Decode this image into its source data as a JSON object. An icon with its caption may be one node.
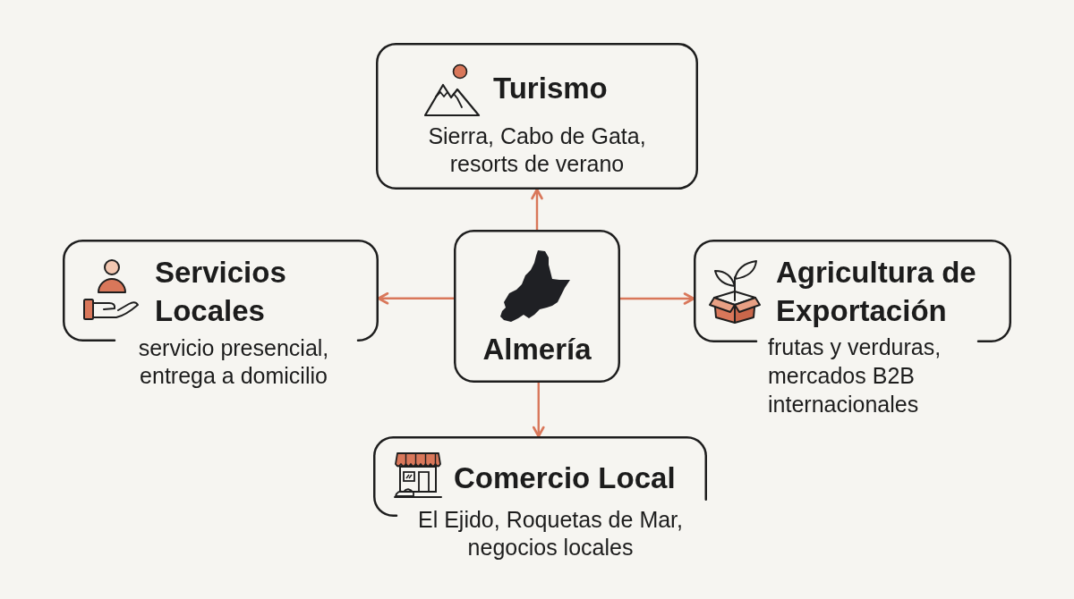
{
  "diagram": {
    "nodes": [
      {
        "text": [
          "Turismo",
          "Sierra, Cabo de Gata, resorts de verano"
        ]
      },
      {
        "text": [
          "Servicios Locales",
          "servicio presencial, entrega a domicilio"
        ]
      },
      {
        "text": [
          "Almería"
        ]
      },
      {
        "text": [
          "Agricultura de Exportación",
          "frutas y verduras, mercados B2B internacionales"
        ]
      },
      {
        "text": [
          "Comercio Local",
          "El Ejido, Roquetas de Mar, negocios locales"
        ]
      }
    ],
    "edges": [
      {
        "from": 2,
        "to": 0,
        "arrow": "to"
      },
      {
        "from": 2,
        "to": 1,
        "arrow": "to"
      },
      {
        "from": 2,
        "to": 3,
        "arrow": "to"
      },
      {
        "from": 2,
        "to": 4,
        "arrow": "to"
      }
    ]
  }
}
